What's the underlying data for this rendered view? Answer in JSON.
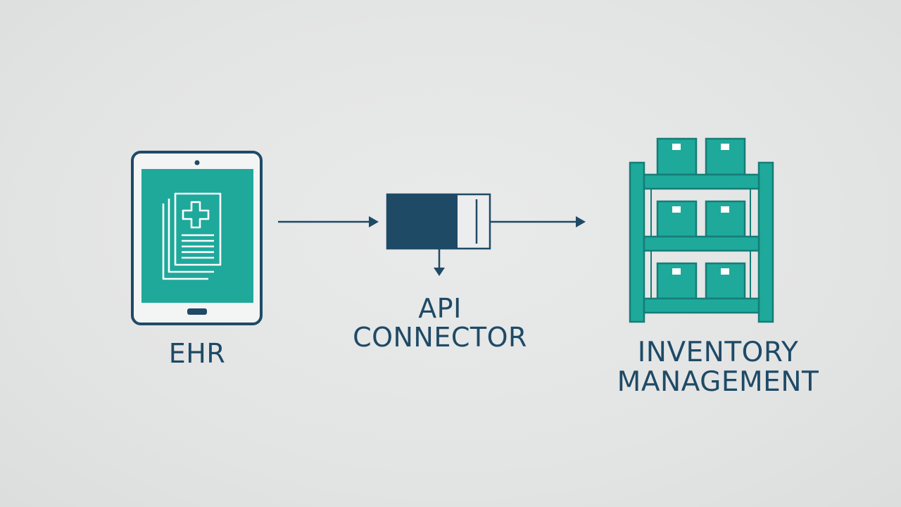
{
  "diagram": {
    "nodes": [
      {
        "id": "ehr",
        "label": "EHR",
        "icon": "tablet-medical-record-icon"
      },
      {
        "id": "api",
        "label_lines": [
          "API",
          "CONNECTOR"
        ],
        "icon": "connector-plug-icon"
      },
      {
        "id": "inventory",
        "label_lines": [
          "INVENTORY",
          "MANAGEMENT"
        ],
        "icon": "warehouse-shelves-icon"
      }
    ],
    "edges": [
      {
        "from": "ehr",
        "to": "api"
      },
      {
        "from": "api",
        "to": "inventory"
      }
    ]
  },
  "colors": {
    "background": "#e4e5e5",
    "navy": "#1e4a66",
    "teal": "#1ea99b",
    "teal_dark": "#157d77",
    "white": "#ffffff"
  }
}
